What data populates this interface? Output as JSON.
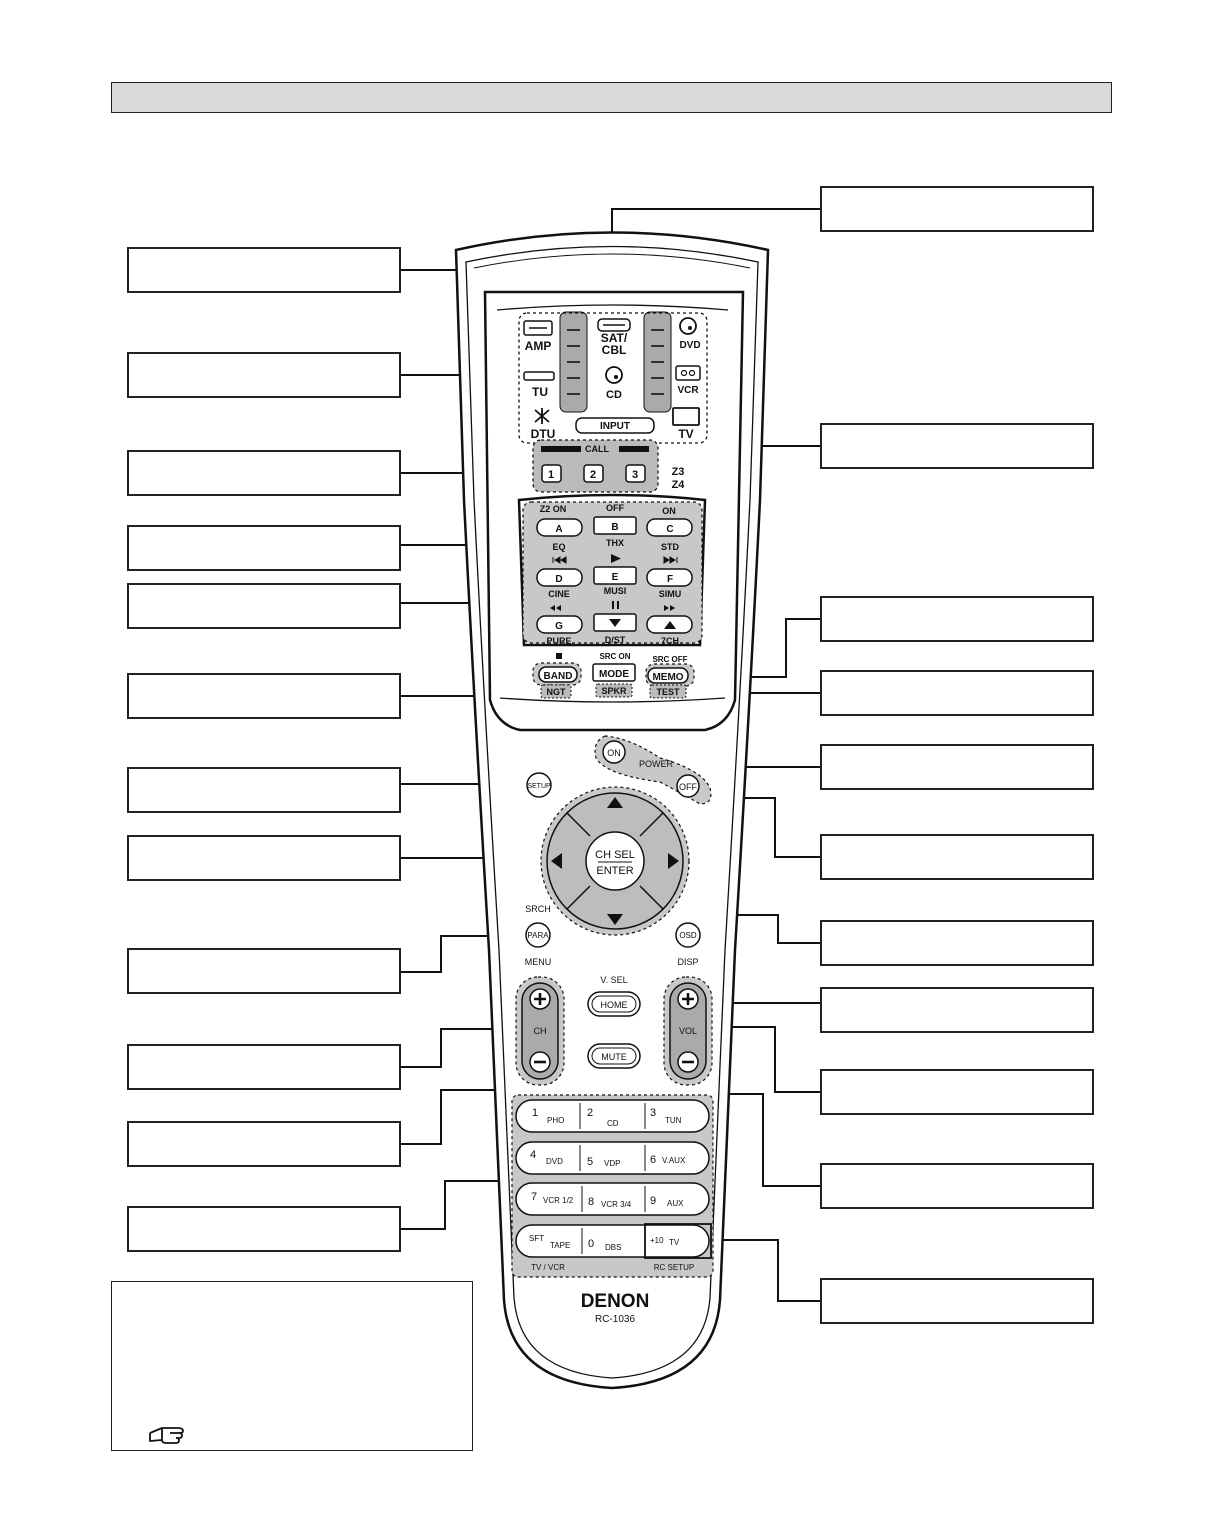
{
  "brand": "DENON",
  "model": "RC-1036",
  "source_buttons": {
    "amp": "AMP",
    "sat_cbl_1": "SAT/",
    "sat_cbl_2": "CBL",
    "dvd": "DVD",
    "tu": "TU",
    "cd": "CD",
    "vcr": "VCR",
    "dtu": "DTU",
    "input": "INPUT",
    "tv": "TV"
  },
  "zone": {
    "call": "CALL",
    "b1": "1",
    "b2": "2",
    "b3": "3",
    "z3": "Z3",
    "z4": "Z4"
  },
  "function_buttons": {
    "z2on": "Z2 ON",
    "off": "OFF",
    "on": "ON",
    "a": "A",
    "b": "B",
    "c": "C",
    "eq": "EQ",
    "thx": "THX",
    "std": "STD",
    "d": "D",
    "e": "E",
    "f": "F",
    "cine": "CINE",
    "musi": "MUSI",
    "simu": "SIMU",
    "g": "G",
    "pure": "PURE",
    "dst": "D/ST",
    "7ch": "7CH",
    "src_on": "SRC ON",
    "src_off": "SRC OFF",
    "band": "BAND",
    "mode": "MODE",
    "memo": "MEMO",
    "ngt": "NGT",
    "spkr": "SPKR",
    "test": "TEST"
  },
  "power": {
    "on": "ON",
    "label": "POWER",
    "off": "OFF"
  },
  "setup": "SETUP",
  "cursor": {
    "ch_sel": "CH SEL",
    "enter": "ENTER"
  },
  "srch": "SRCH",
  "para": "PARA",
  "menu": "MENU",
  "osd": "OSD",
  "disp": "DISP",
  "vsel": "V. SEL",
  "home": "HOME",
  "mute": "MUTE",
  "ch": "CH",
  "vol": "VOL",
  "numpad": {
    "n1": "1",
    "pho": "PHO",
    "n2": "2",
    "cd": "CD",
    "n3": "3",
    "tun": "TUN",
    "n4": "4",
    "dvd": "DVD",
    "n5": "5",
    "vdp": "VDP",
    "n6": "6",
    "vaux": "V.AUX",
    "n7": "7",
    "vcr12": "VCR 1/2",
    "n8": "8",
    "vcr34": "VCR 3/4",
    "n9": "9",
    "aux": "AUX",
    "sft": "SFT",
    "tape": "TAPE",
    "n0": "0",
    "dbs": "DBS",
    "plus10": "+10",
    "tv": "TV",
    "tv_vcr": "TV / VCR",
    "rc_setup": "RC SETUP"
  }
}
